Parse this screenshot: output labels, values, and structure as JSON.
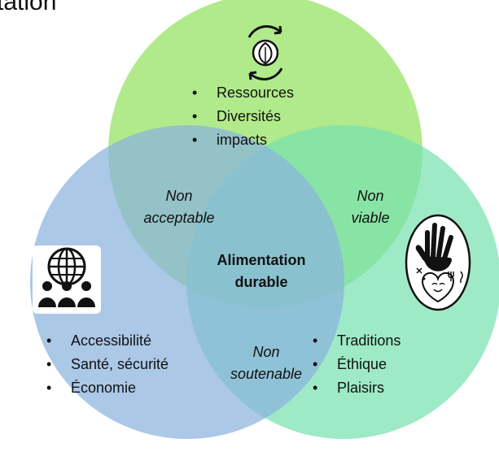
{
  "title": "tation",
  "circles": {
    "environment": {
      "color": "#a3e675",
      "items": [
        "Ressources",
        "Diversités",
        "impacts"
      ],
      "icon": "leaf-recycle-icon"
    },
    "society": {
      "color": "#a6c4e6",
      "items": [
        "Accessibilité",
        "Santé, sécurité",
        "Économie"
      ],
      "icon": "globe-people-icon"
    },
    "culture": {
      "color": "#8fe8bf",
      "items": [
        "Traditions",
        "Éthique",
        "Plaisirs"
      ],
      "icon": "hand-heart-cutlery-icon"
    }
  },
  "zones": {
    "top_left": [
      "Non",
      "acceptable"
    ],
    "top_right": [
      "Non",
      "viable"
    ],
    "bottom": [
      "Non",
      "soutenable"
    ]
  },
  "center": [
    "Alimentation",
    "durable"
  ]
}
